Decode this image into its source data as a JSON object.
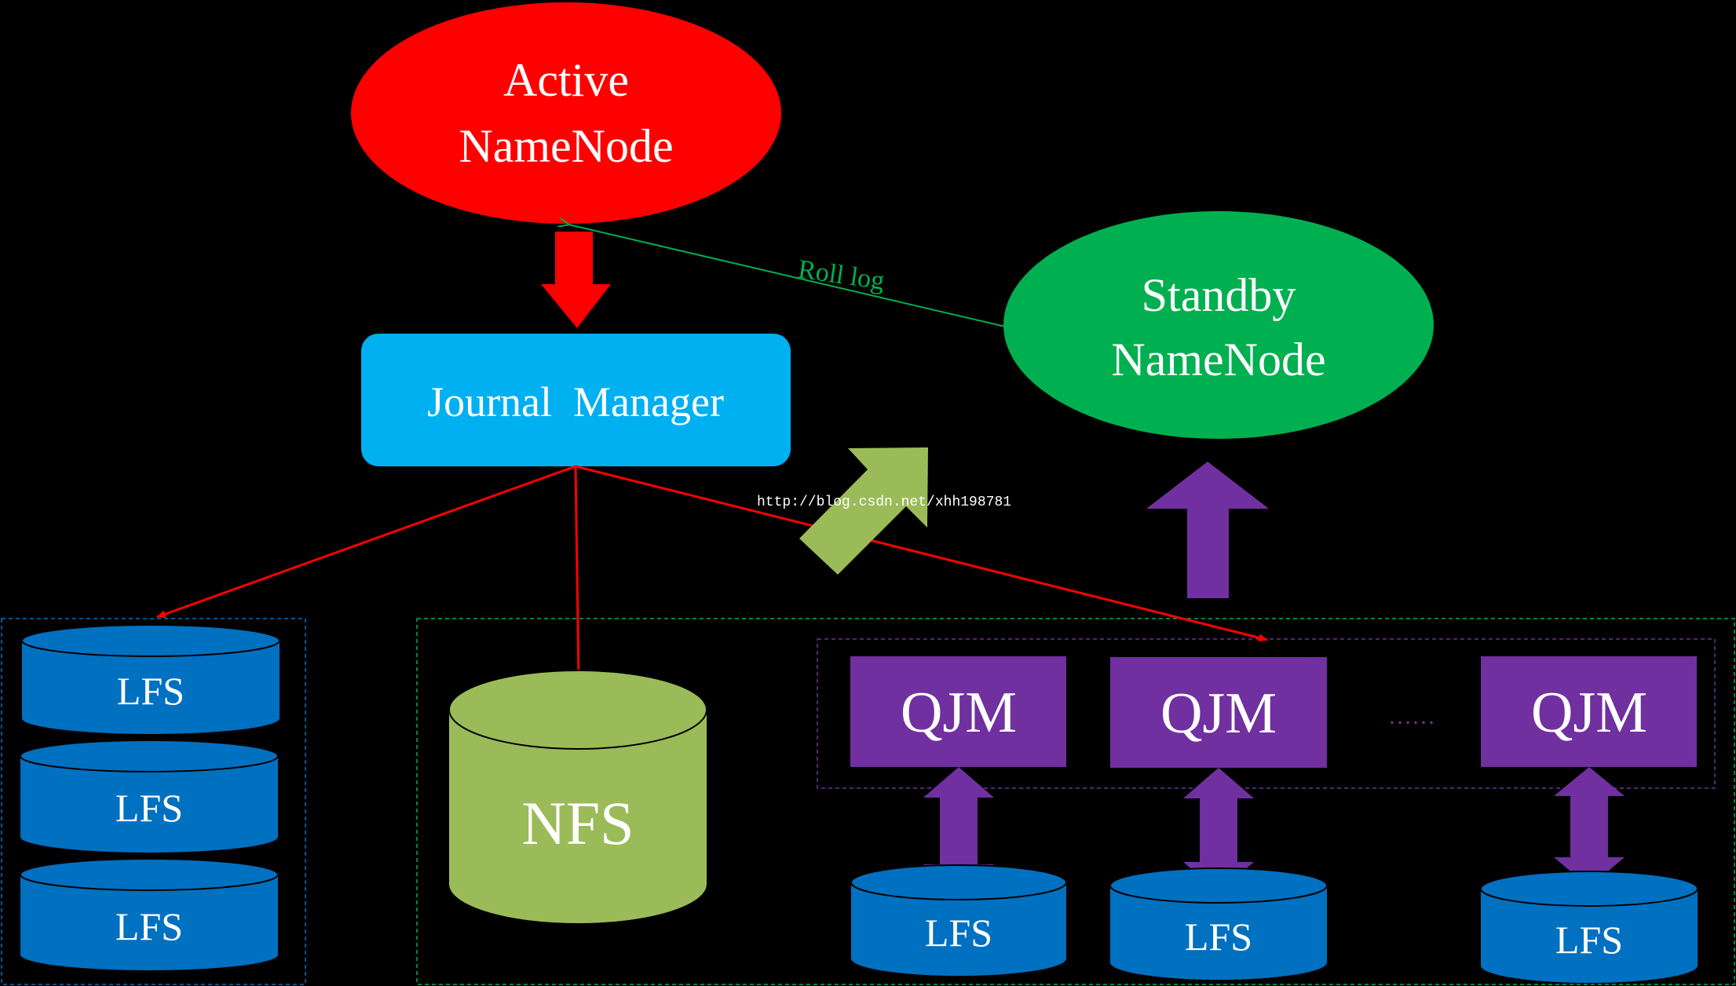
{
  "nodes": {
    "active_line1": "Active",
    "active_line2": "NameNode",
    "standby_line1": "Standby",
    "standby_line2": "NameNode",
    "journal": "Journal  Manager",
    "nfs": "NFS",
    "qjm_1": "QJM",
    "qjm_2": "QJM",
    "qjm_3": "QJM",
    "ellipsis": "……",
    "lfs_left_1": "LFS",
    "lfs_left_2": "LFS",
    "lfs_left_3": "LFS",
    "lfs_qjm_1": "LFS",
    "lfs_qjm_2": "LFS",
    "lfs_qjm_3": "LFS"
  },
  "edges": {
    "roll_log": "Roll log"
  },
  "watermark": "http://blog.csdn.net/xhh198781",
  "colors": {
    "active": "#ff0000",
    "standby": "#00b050",
    "journal": "#00b0f0",
    "nfs": "#9bbb59",
    "qjm": "#7030a0",
    "lfs": "#0070c0",
    "red_arrow": "#ff0000",
    "green_arrow": "#9bbb59",
    "purple_arrow": "#7030a0",
    "roll_log": "#00b050"
  }
}
